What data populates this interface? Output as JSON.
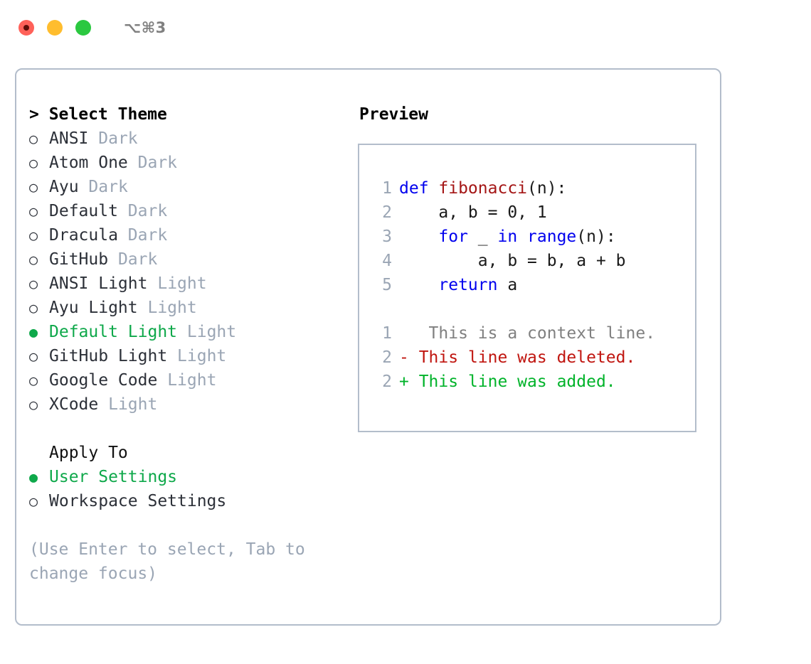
{
  "titlebar": {
    "shortcut": "⌥⌘3",
    "lights": [
      {
        "name": "close",
        "color": "#ff6159"
      },
      {
        "name": "minimize",
        "color": "#ffbd2e"
      },
      {
        "name": "maximize",
        "color": "#2bc840"
      }
    ]
  },
  "theme_picker": {
    "heading": "> Select Theme",
    "options": [
      {
        "bullet": "○",
        "label": "ANSI",
        "badge": "Dark",
        "selected": false
      },
      {
        "bullet": "○",
        "label": "Atom One",
        "badge": "Dark",
        "selected": false
      },
      {
        "bullet": "○",
        "label": "Ayu",
        "badge": "Dark",
        "selected": false
      },
      {
        "bullet": "○",
        "label": "Default",
        "badge": "Dark",
        "selected": false
      },
      {
        "bullet": "○",
        "label": "Dracula",
        "badge": "Dark",
        "selected": false
      },
      {
        "bullet": "○",
        "label": "GitHub",
        "badge": "Dark",
        "selected": false
      },
      {
        "bullet": "○",
        "label": "ANSI Light",
        "badge": "Light",
        "selected": false
      },
      {
        "bullet": "○",
        "label": "Ayu Light",
        "badge": "Light",
        "selected": false
      },
      {
        "bullet": "●",
        "label": "Default Light",
        "badge": "Light",
        "selected": true
      },
      {
        "bullet": "○",
        "label": "GitHub Light",
        "badge": "Light",
        "selected": false
      },
      {
        "bullet": "○",
        "label": "Google Code",
        "badge": "Light",
        "selected": false
      },
      {
        "bullet": "○",
        "label": "XCode",
        "badge": "Light",
        "selected": false
      }
    ]
  },
  "apply_to": {
    "heading": "Apply To",
    "options": [
      {
        "bullet": "●",
        "label": "User Settings",
        "selected": true
      },
      {
        "bullet": "○",
        "label": "Workspace Settings",
        "selected": false
      }
    ]
  },
  "hint": "(Use Enter to select, Tab to change focus)",
  "preview": {
    "heading": "Preview",
    "code_lines": [
      {
        "num": "1",
        "tokens": [
          {
            "t": "def ",
            "k": "kw"
          },
          {
            "t": "fibonacci",
            "k": "fn"
          },
          {
            "t": "(n):",
            "k": "plain"
          }
        ]
      },
      {
        "num": "2",
        "tokens": [
          {
            "t": "    a, b = 0, 1",
            "k": "plain"
          }
        ]
      },
      {
        "num": "3",
        "tokens": [
          {
            "t": "    ",
            "k": "plain"
          },
          {
            "t": "for",
            "k": "kw"
          },
          {
            "t": " _ ",
            "k": "plain"
          },
          {
            "t": "in",
            "k": "kw"
          },
          {
            "t": " ",
            "k": "plain"
          },
          {
            "t": "range",
            "k": "kw"
          },
          {
            "t": "(n):",
            "k": "plain"
          }
        ]
      },
      {
        "num": "4",
        "tokens": [
          {
            "t": "        a, b = b, a + b",
            "k": "plain"
          }
        ]
      },
      {
        "num": "5",
        "tokens": [
          {
            "t": "    ",
            "k": "plain"
          },
          {
            "t": "return",
            "k": "kw"
          },
          {
            "t": " a",
            "k": "plain"
          }
        ]
      }
    ],
    "diff_lines": [
      {
        "num": "1",
        "marker": " ",
        "text": "  This is a context line.",
        "kind": "ctx"
      },
      {
        "num": "2",
        "marker": "-",
        "text": " This line was deleted.",
        "kind": "del"
      },
      {
        "num": "2",
        "marker": "+",
        "text": " This line was added.",
        "kind": "add"
      }
    ]
  },
  "colors": {
    "accent_green": "#0ea84a",
    "muted": "#9aa5b4",
    "border": "#b3bdcb",
    "keyword": "#0000ee",
    "function": "#a41515",
    "diff_added": "#00b32a",
    "diff_deleted": "#c0150f"
  }
}
